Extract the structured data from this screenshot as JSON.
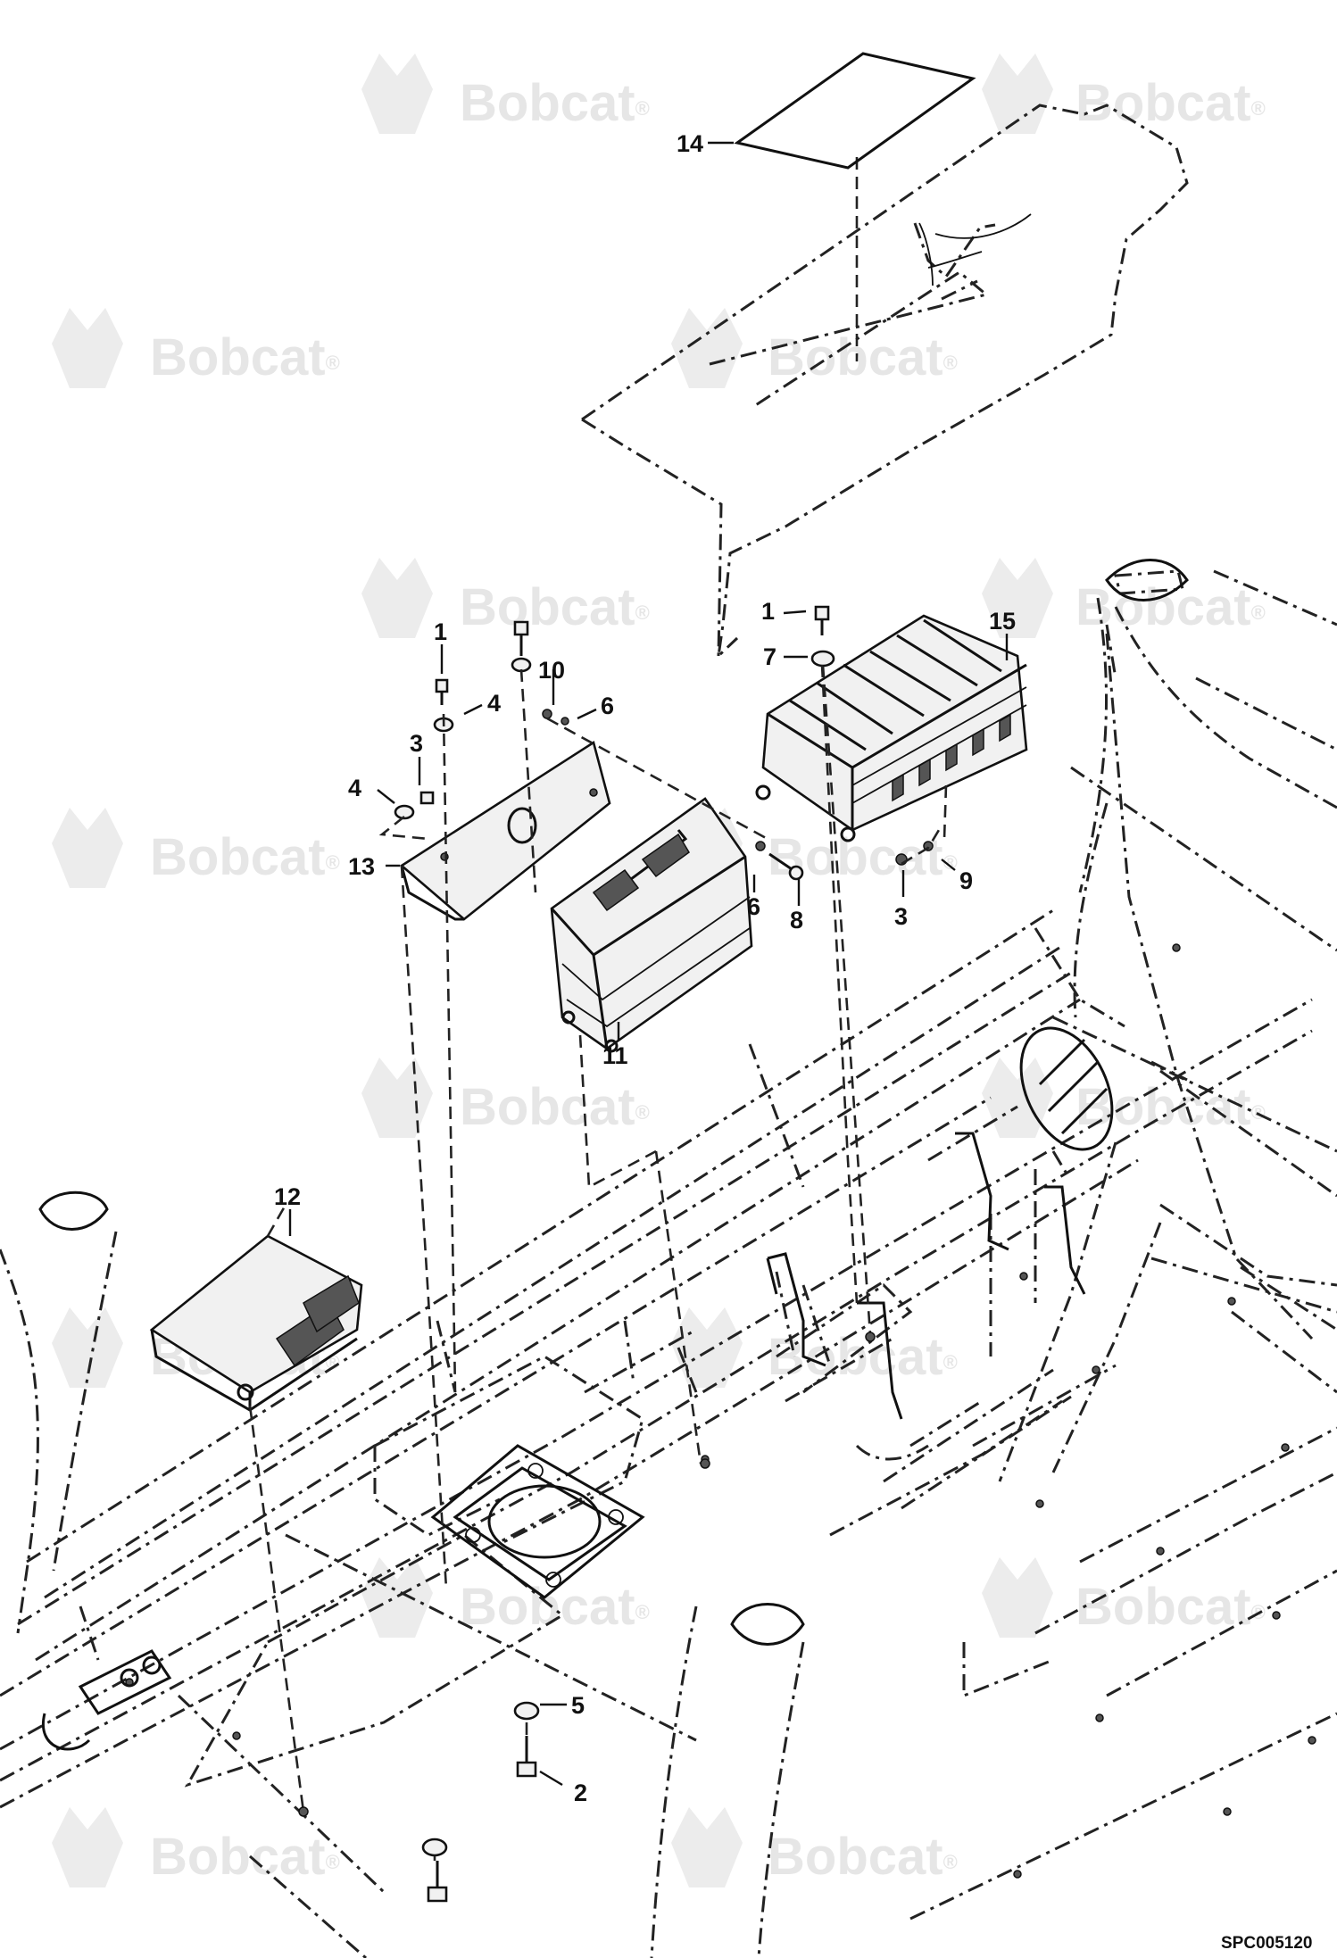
{
  "watermark": {
    "brand": "Bobcat",
    "registered": "®"
  },
  "drawing_code": "SPC005120",
  "callouts": [
    {
      "id": "c14",
      "label": "14"
    },
    {
      "id": "c1a",
      "label": "1"
    },
    {
      "id": "c1b",
      "label": "1"
    },
    {
      "id": "c15",
      "label": "15"
    },
    {
      "id": "c7",
      "label": "7"
    },
    {
      "id": "c10",
      "label": "10"
    },
    {
      "id": "c4a",
      "label": "4"
    },
    {
      "id": "c6a",
      "label": "6"
    },
    {
      "id": "c3a",
      "label": "3"
    },
    {
      "id": "c4b",
      "label": "4"
    },
    {
      "id": "c13",
      "label": "13"
    },
    {
      "id": "c9",
      "label": "9"
    },
    {
      "id": "c6b",
      "label": "6"
    },
    {
      "id": "c8",
      "label": "8"
    },
    {
      "id": "c3b",
      "label": "3"
    },
    {
      "id": "c11",
      "label": "11"
    },
    {
      "id": "c12",
      "label": "12"
    },
    {
      "id": "c5",
      "label": "5"
    },
    {
      "id": "c2",
      "label": "2"
    }
  ]
}
